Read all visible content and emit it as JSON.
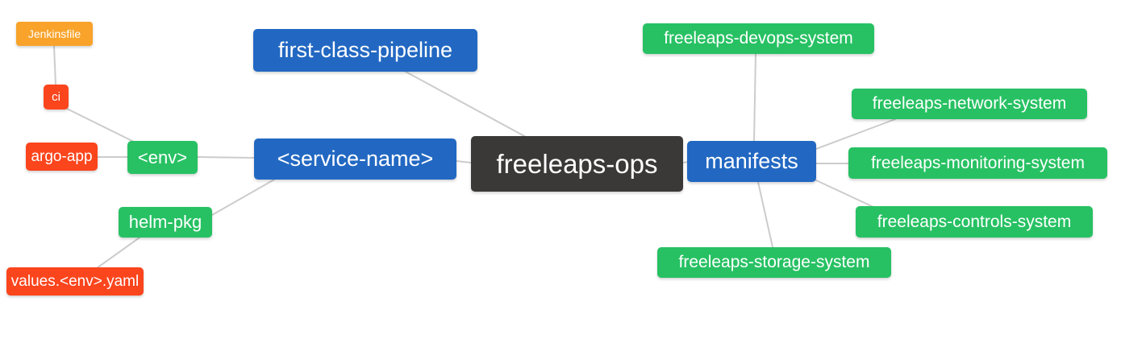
{
  "diagram": {
    "type": "mindmap",
    "root": "freeleaps-ops",
    "background_color": "#ffffff",
    "edge_color": "#cccccc",
    "text_color": "#ffffff"
  },
  "colors": {
    "root_dark": "#3b3838",
    "branch_blue": "#2268c2",
    "leaf_green": "#27c163",
    "leaf_red": "#fb451d",
    "leaf_orange": "#f9a32b"
  },
  "nodes": [
    {
      "id": "freeleaps-ops",
      "label": "freeleaps-ops",
      "level": "root",
      "color": "#3b3838"
    },
    {
      "id": "first-class-pipeline",
      "label": "first-class-pipeline",
      "level": "branch",
      "color": "#2268c2"
    },
    {
      "id": "service-name",
      "label": "<service-name>",
      "level": "branch",
      "color": "#2268c2"
    },
    {
      "id": "manifests",
      "label": "manifests",
      "level": "branch",
      "color": "#2268c2"
    },
    {
      "id": "env",
      "label": "<env>",
      "level": "sub",
      "color": "#27c163"
    },
    {
      "id": "helm-pkg",
      "label": "helm-pkg",
      "level": "sub",
      "color": "#27c163"
    },
    {
      "id": "ci",
      "label": "ci",
      "level": "sub",
      "color": "#fb451d"
    },
    {
      "id": "argo-app",
      "label": "argo-app",
      "level": "sub",
      "color": "#fb451d"
    },
    {
      "id": "values-env-yaml",
      "label": "values.<env>.yaml",
      "level": "sub",
      "color": "#fb451d"
    },
    {
      "id": "jenkinsfile",
      "label": "Jenkinsfile",
      "level": "sub",
      "color": "#f9a32b"
    },
    {
      "id": "freeleaps-devops-system",
      "label": "freeleaps-devops-system",
      "level": "sub",
      "color": "#27c163"
    },
    {
      "id": "freeleaps-network-system",
      "label": "freeleaps-network-system",
      "level": "sub",
      "color": "#27c163"
    },
    {
      "id": "freeleaps-monitoring-system",
      "label": "freeleaps-monitoring-system",
      "level": "sub",
      "color": "#27c163"
    },
    {
      "id": "freeleaps-controls-system",
      "label": "freeleaps-controls-system",
      "level": "sub",
      "color": "#27c163"
    },
    {
      "id": "freeleaps-storage-system",
      "label": "freeleaps-storage-system",
      "level": "sub",
      "color": "#27c163"
    }
  ],
  "edges": [
    {
      "from": "freeleaps-ops",
      "to": "first-class-pipeline"
    },
    {
      "from": "freeleaps-ops",
      "to": "<service-name>"
    },
    {
      "from": "freeleaps-ops",
      "to": "manifests"
    },
    {
      "from": "<service-name>",
      "to": "<env>"
    },
    {
      "from": "<service-name>",
      "to": "helm-pkg"
    },
    {
      "from": "<env>",
      "to": "ci"
    },
    {
      "from": "<env>",
      "to": "argo-app"
    },
    {
      "from": "ci",
      "to": "Jenkinsfile"
    },
    {
      "from": "helm-pkg",
      "to": "values.<env>.yaml"
    },
    {
      "from": "manifests",
      "to": "freeleaps-devops-system"
    },
    {
      "from": "manifests",
      "to": "freeleaps-network-system"
    },
    {
      "from": "manifests",
      "to": "freeleaps-monitoring-system"
    },
    {
      "from": "manifests",
      "to": "freeleaps-controls-system"
    },
    {
      "from": "manifests",
      "to": "freeleaps-storage-system"
    }
  ]
}
